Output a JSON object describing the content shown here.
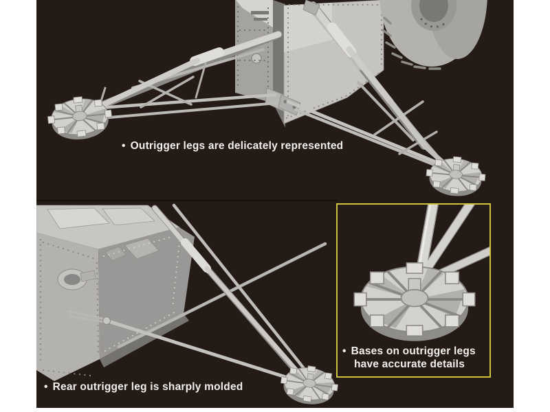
{
  "page": {
    "margin_color": "#ffffff",
    "canvas_background": "#241a16",
    "text_color": "#f2f0ed"
  },
  "captions": {
    "bullet": "•",
    "top": "Outrigger legs are delicately represented",
    "bottom_left": "Rear outrigger leg is sharply molded",
    "callout_line1": "Bases on outrigger legs",
    "callout_line2": "have accurate details"
  },
  "callout": {
    "border_color": "#cfc23c"
  },
  "illustrations": {
    "top": "vehicle-rear-with-deployed-outrigger-legs-render",
    "bottom_left": "hull-corner-with-rear-outrigger-leg-render",
    "callout": "outrigger-leg-base-closeup-render",
    "render_gray": "#c6c4c0"
  }
}
